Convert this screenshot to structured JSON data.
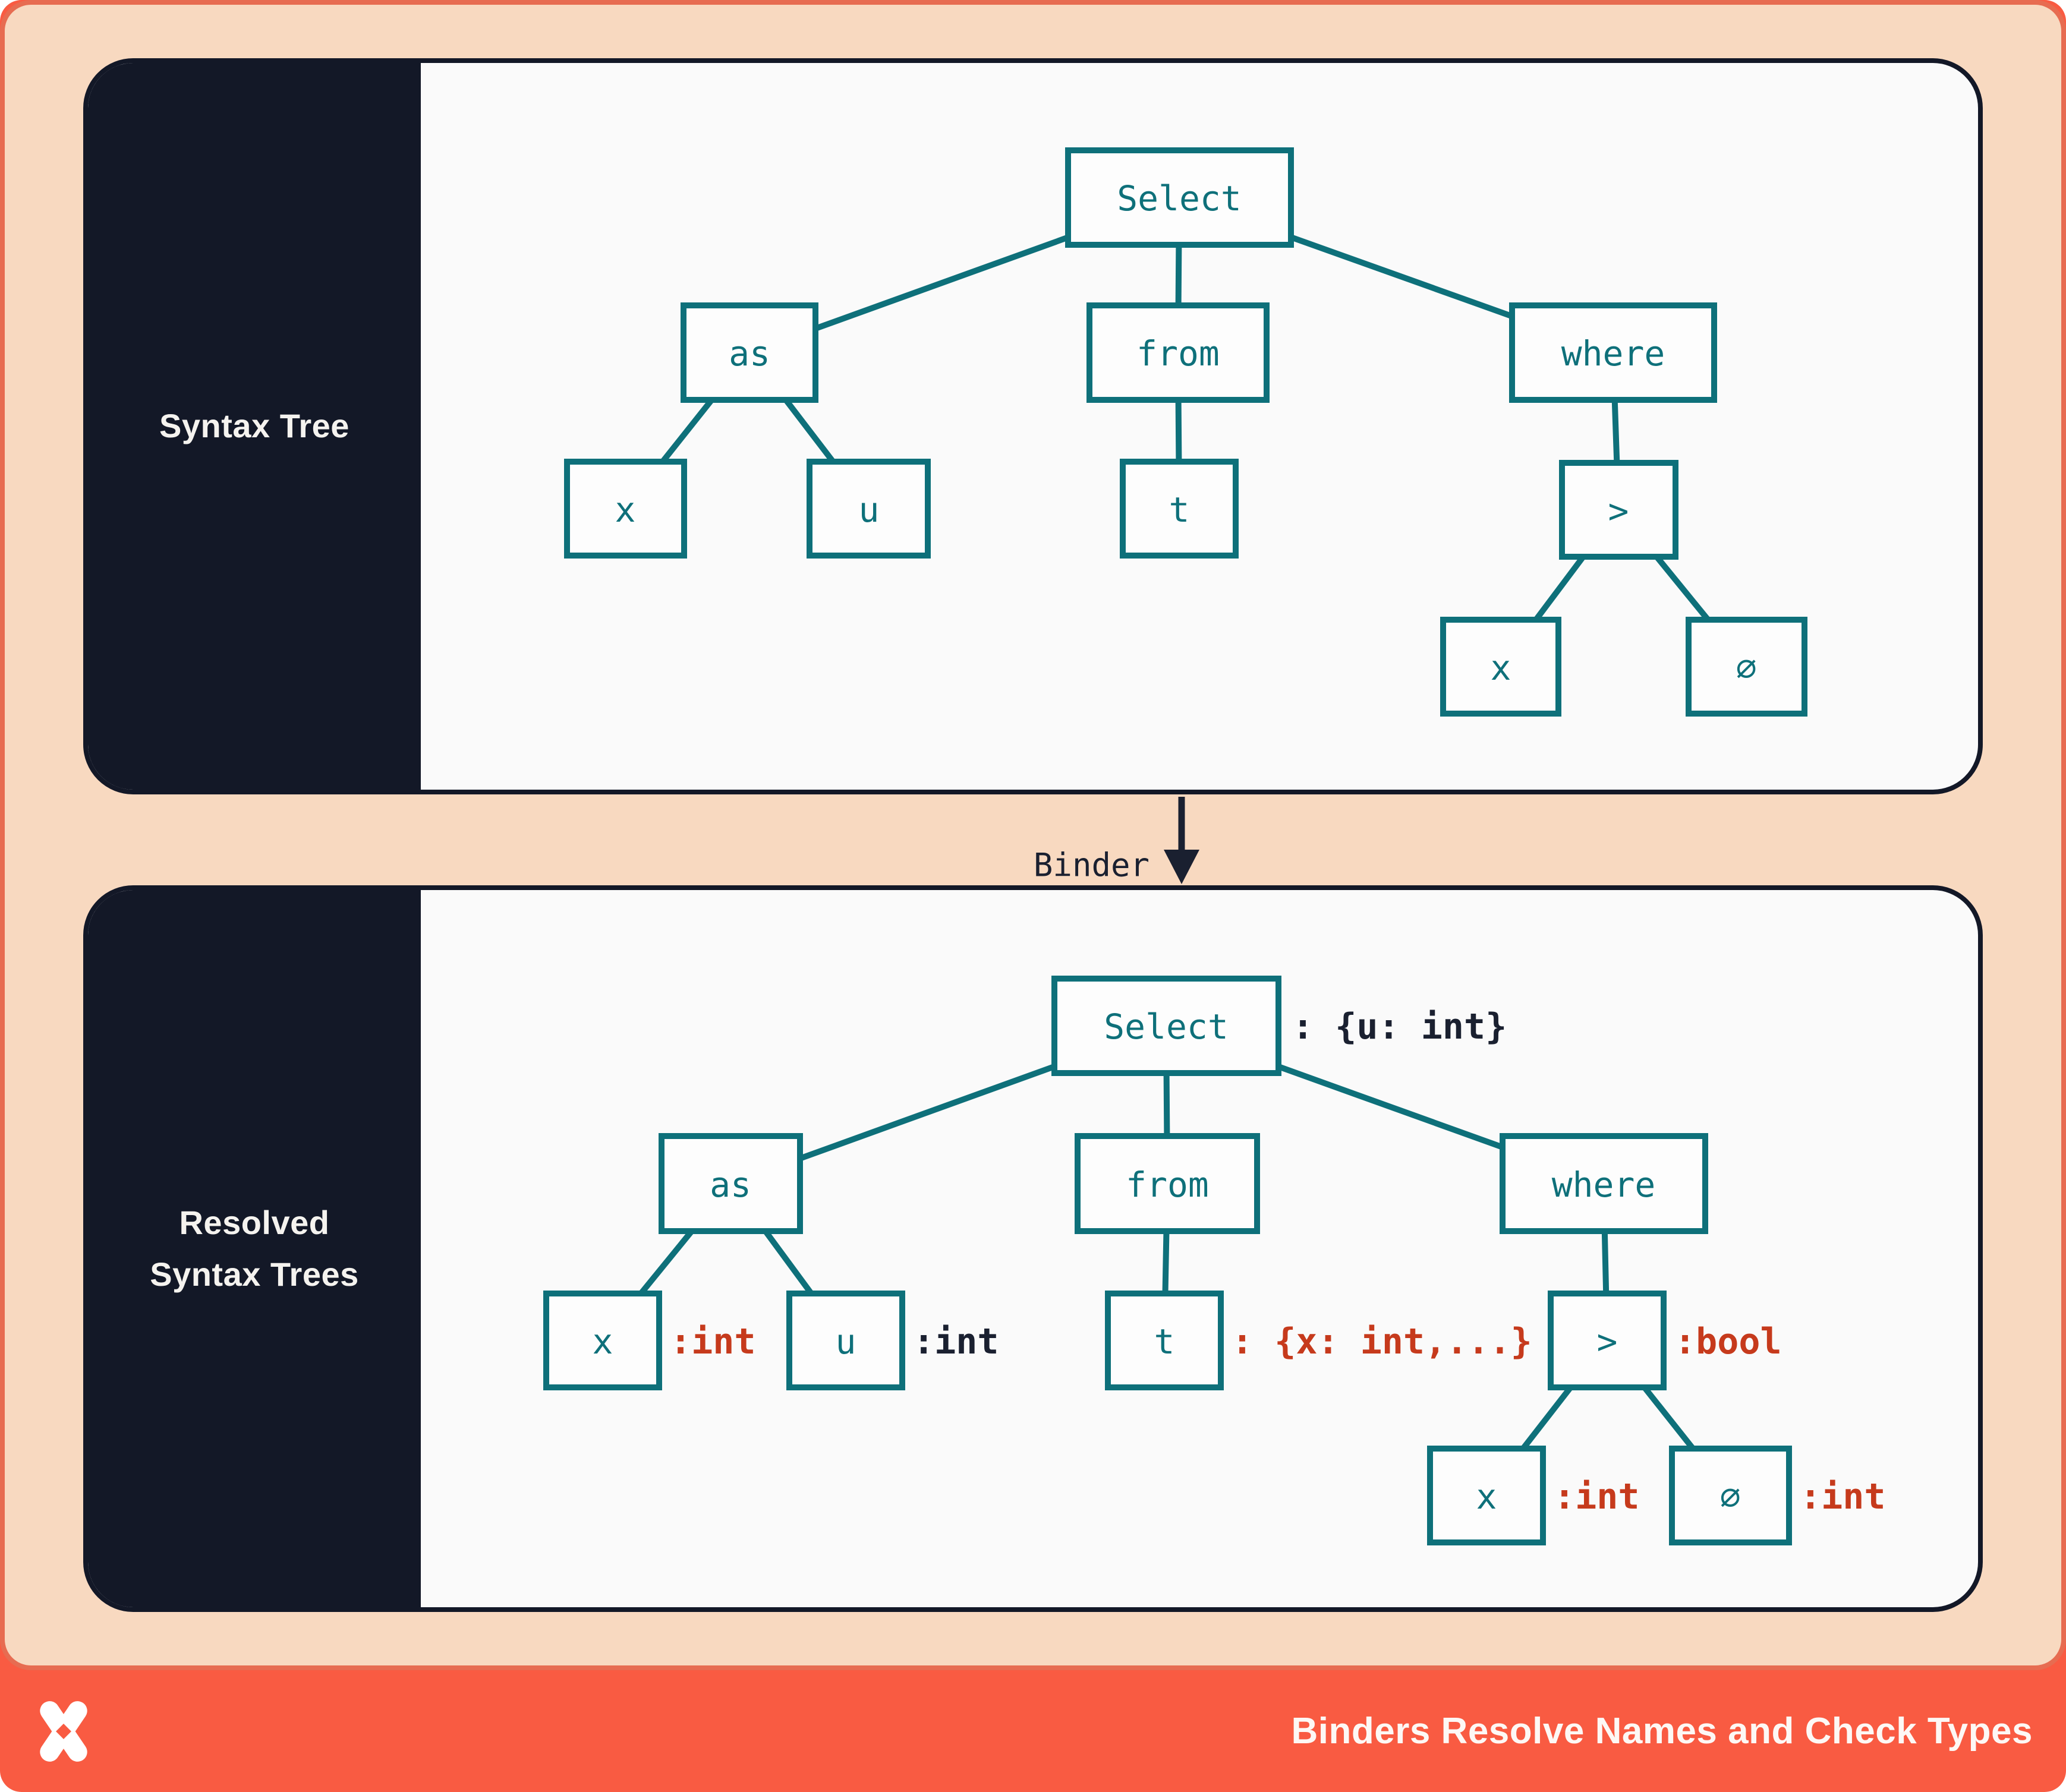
{
  "colors": {
    "frame_orange": "#e76c51",
    "footer_orange": "#f95b42",
    "peach": "#f8d9c0",
    "panel_bg": "#fafafa",
    "navy": "#131827",
    "teal": "#0e707a",
    "red_annotation": "#c63a1c",
    "navy_annotation": "#1a2030"
  },
  "top_panel": {
    "label": "Syntax Tree",
    "tree": {
      "nodes": {
        "select": "Select",
        "as": "as",
        "from": "from",
        "where": "where",
        "x1": "x",
        "u": "u",
        "t": "t",
        "gt": ">",
        "x2": "x",
        "zero": "∅"
      }
    }
  },
  "binder": {
    "label": "Binder"
  },
  "bottom_panel": {
    "label_line1": "Resolved",
    "label_line2": "Syntax Trees",
    "tree": {
      "nodes": {
        "select": "Select",
        "as": "as",
        "from": "from",
        "where": "where",
        "x1": "x",
        "u": "u",
        "t": "t",
        "gt": ">",
        "x2": "x",
        "zero": "∅"
      },
      "annotations": {
        "select": ": {u: int}",
        "x1": ":int",
        "u": ":int",
        "t": ": {x: int,...}",
        "gt": ":bool",
        "x2": ":int",
        "zero": ":int"
      }
    }
  },
  "footer": {
    "title": "Binders Resolve Names and Check Types",
    "logo": "pinwheel-logo"
  }
}
